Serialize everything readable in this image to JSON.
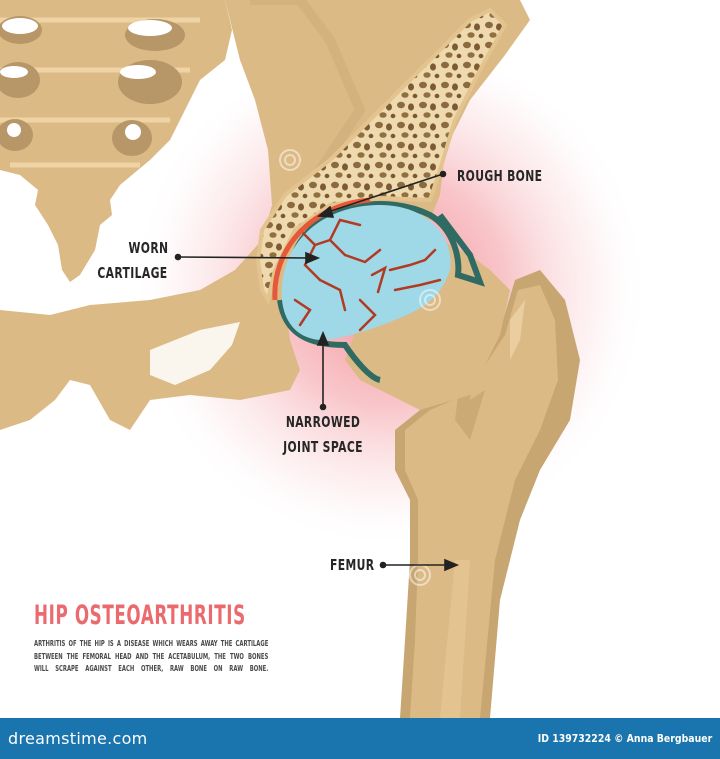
{
  "diagram": {
    "title": "HIP OSTEOARTHRITIS",
    "description_lines": [
      "ARTHRITIS OF THE HIP IS A DISEASE WHICH WEARS AWAY THE CARTILAGE",
      "BETWEEN THE FEMORAL HEAD AND THE ACETABULUM, THE TWO BONES",
      "WILL SCRAPE AGAINST EACH OTHER, RAW BONE ON RAW BONE."
    ],
    "labels": {
      "rough_bone": "ROUGH BONE",
      "worn_cartilage_1": "WORN",
      "worn_cartilage_2": "CARTILAGE",
      "narrowed_joint_1": "NARROWED",
      "narrowed_joint_2": "JOINT SPACE",
      "femur": "FEMUR"
    },
    "colors": {
      "bone": "#dcba86",
      "bone_dark": "#c8a672",
      "bone_light": "#edd3a6",
      "cartilage": "#9fd8e6",
      "crack": "#b33a22",
      "inflammation": "#f7b3b8",
      "title": "#ea6a6e",
      "joint_outline": "#2f6b63"
    }
  },
  "footer": {
    "brand": "dreamstime.com",
    "credit": "ID 139732224 © Anna Bergbauer",
    "background": "#1a74ad"
  }
}
